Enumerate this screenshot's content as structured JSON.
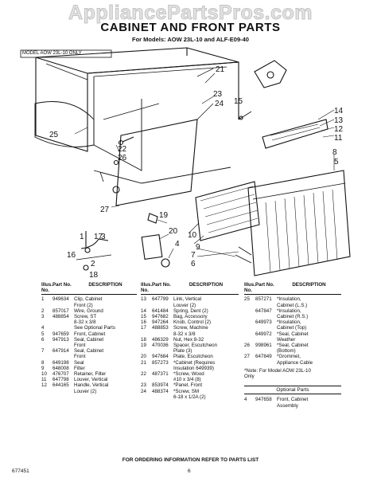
{
  "watermark": "AppliancePartsPros.com",
  "title": "CABINET AND FRONT PARTS",
  "subtitle": "For Models: AOW 23L-10 and ALF-E09-40",
  "model_note": "MODEL AOW 23L-10 ONLY",
  "callouts": [
    "21",
    "23",
    "24",
    "25",
    "22",
    "26",
    "27",
    "15",
    "14",
    "13",
    "12",
    "11",
    "8",
    "5",
    "19",
    "20",
    "4",
    "10",
    "9",
    "7",
    "6",
    "1",
    "17",
    "3",
    "16",
    "2",
    "18"
  ],
  "table": {
    "headers": {
      "illus": "Illus. No.",
      "part": "Part No.",
      "desc": "DESCRIPTION"
    },
    "columns": [
      [
        {
          "no": "1",
          "part": "949634",
          "desc": "Clip, Cabinet\nFront (2)"
        },
        {
          "no": "2",
          "part": "857017",
          "desc": "Wire, Ground"
        },
        {
          "no": "3",
          "part": "488854",
          "desc": "Screw, ST\n8-32 x 3/8"
        },
        {
          "no": "4",
          "part": "",
          "desc": "See Optional Parts"
        },
        {
          "no": "5",
          "part": "947659",
          "desc": "Front, Cabinet"
        },
        {
          "no": "6",
          "part": "947913",
          "desc": "Seal, Cabinet\nFront"
        },
        {
          "no": "7",
          "part": "647914",
          "desc": "Seal, Cabinet\nFront"
        },
        {
          "no": "8",
          "part": "649198",
          "desc": "Seal"
        },
        {
          "no": "9",
          "part": "648008",
          "desc": "Filter"
        },
        {
          "no": "10",
          "part": "476707",
          "desc": "Retainer, Filter"
        },
        {
          "no": "11",
          "part": "647798",
          "desc": "Louver, Vertical"
        },
        {
          "no": "12",
          "part": "644165",
          "desc": "Handle, Vertical\nLouver (2)"
        }
      ],
      [
        {
          "no": "13",
          "part": "647799",
          "desc": "Link, Vertical\nLouver (2)"
        },
        {
          "no": "14",
          "part": "641484",
          "desc": "Spring, Dent (2)"
        },
        {
          "no": "15",
          "part": "947682",
          "desc": "Bag, Accessory"
        },
        {
          "no": "16",
          "part": "947264",
          "desc": "Knob, Control (2)"
        },
        {
          "no": "17",
          "part": "488853",
          "desc": "Screw, Machine\n8-32 x 3/8"
        },
        {
          "no": "18",
          "part": "486329",
          "desc": "Nut, Hex 8-32"
        },
        {
          "no": "19",
          "part": "470036",
          "desc": "Spacer, Escutcheon\nPlate (3)"
        },
        {
          "no": "20",
          "part": "947684",
          "desc": "Plate, Escutcheon"
        },
        {
          "no": "21",
          "part": "857273",
          "desc": "*Cabinet (Requires\nInsulation 649939)"
        },
        {
          "no": "22",
          "part": "487371",
          "desc": "*Screw, Wood\n#10 x 3/4 (8)"
        },
        {
          "no": "23",
          "part": "853974",
          "desc": "*Panel, Front"
        },
        {
          "no": "24",
          "part": "488374",
          "desc": "*Screw, SM\n6-18 x 1/2A (2)"
        }
      ],
      [
        {
          "no": "25",
          "part": "857271",
          "desc": "*Insulation,\nCabinet (L.S.)"
        },
        {
          "no": "",
          "part": "647847",
          "desc": "*Insulation,\nCabinet (R.S.)"
        },
        {
          "no": "",
          "part": "649973",
          "desc": "*Insulation,\nCabinet (Top)"
        },
        {
          "no": "",
          "part": "649972",
          "desc": "*Seal, Cabinet\nWeather"
        },
        {
          "no": "26",
          "part": "998961",
          "desc": "*Seal, Cabinet\n(Bottom)"
        },
        {
          "no": "27",
          "part": "647849",
          "desc": "*Grommet,\nAppliance Cable"
        }
      ]
    ],
    "note": "*Note: For Model AOW 23L-10\nOnly",
    "optional": {
      "title": "Optional Parts",
      "rows": [
        {
          "no": "4",
          "part": "947658",
          "desc": "Front, Cabinet\nAssembly"
        }
      ]
    }
  },
  "footer": "FOR ORDERING INFORMATION REFER TO PARTS LIST",
  "doc_number": "677451",
  "page_number": "6",
  "colors": {
    "ink": "#111111",
    "watermark": "#c4c4c4",
    "background": "#ffffff"
  }
}
